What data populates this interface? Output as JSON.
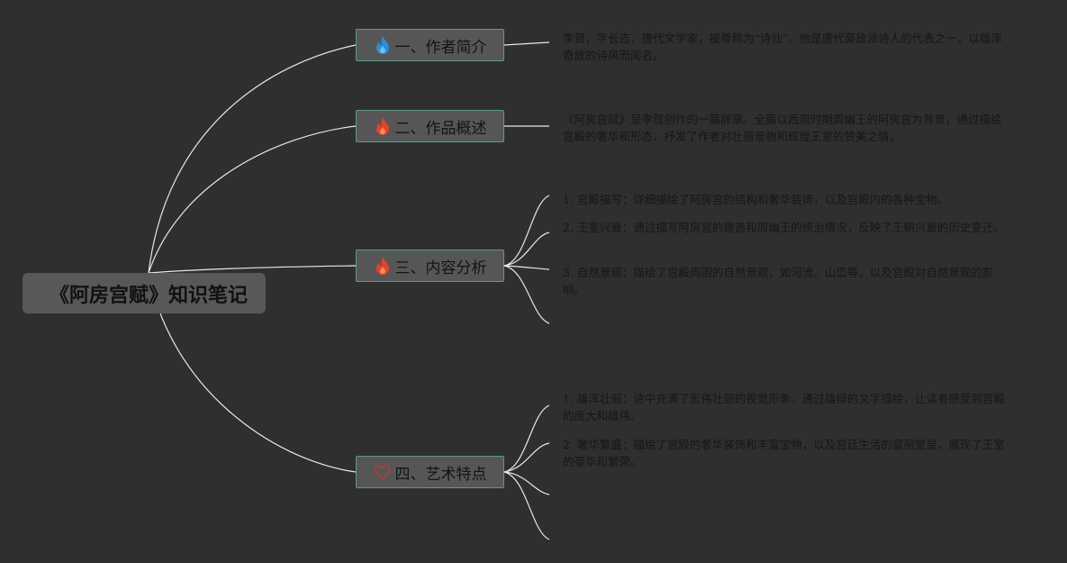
{
  "root": {
    "title": "《阿房宫赋》知识笔记"
  },
  "branches": [
    {
      "id": "b1",
      "label": "一、作者简介",
      "icon": "droplet-flame-icon",
      "icon_color": "#2a8fd6",
      "notes": [
        "李贺，字长吉，唐代文学家，被尊称为“诗仙”。他是唐代豪放派诗人的代表之一，以雄浑奇放的诗风而闻名。"
      ]
    },
    {
      "id": "b2",
      "label": "二、作品概述",
      "icon": "flame-icon",
      "icon_color": "#e0432b",
      "notes": [
        "《阿房宫赋》是李贺创作的一篇辞章。全篇以西周时期周幽王的阿房宫为背景，通过描绘宫殿的奢华和形态，抒发了作者对壮丽景物和辉煌王室的赞美之情。"
      ]
    },
    {
      "id": "b3",
      "label": "三、内容分析",
      "icon": "flame-icon",
      "icon_color": "#e0432b",
      "notes": [
        "1. 宫殿描写：详细描绘了阿房宫的结构和奢华装饰，以及宫殿内的各种宝物。",
        "2. 王室兴衰：通过描写阿房宫的建造和周幽王的统治情况，反映了王朝兴衰的历史变迁。",
        "3. 自然景观：描绘了宫殿周围的自然景观，如河流、山峦等，以及宫殿对自然景观的影响。",
        ""
      ]
    },
    {
      "id": "b4",
      "label": "四、艺术特点",
      "icon": "heart-outline-icon",
      "icon_color": "#c0392b",
      "notes": [
        "1. 雄浑壮丽：诗中充满了宏伟壮丽的视觉形象，通过雄辩的文字描绘，让读者感受到宫殿的庞大和雄伟。",
        "2. 奢华繁盛：描绘了宫殿的奢华装饰和丰富宝物，以及宫廷生活的富丽堂皇，展现了王室的豪华和繁荣。",
        "",
        ""
      ]
    }
  ]
}
